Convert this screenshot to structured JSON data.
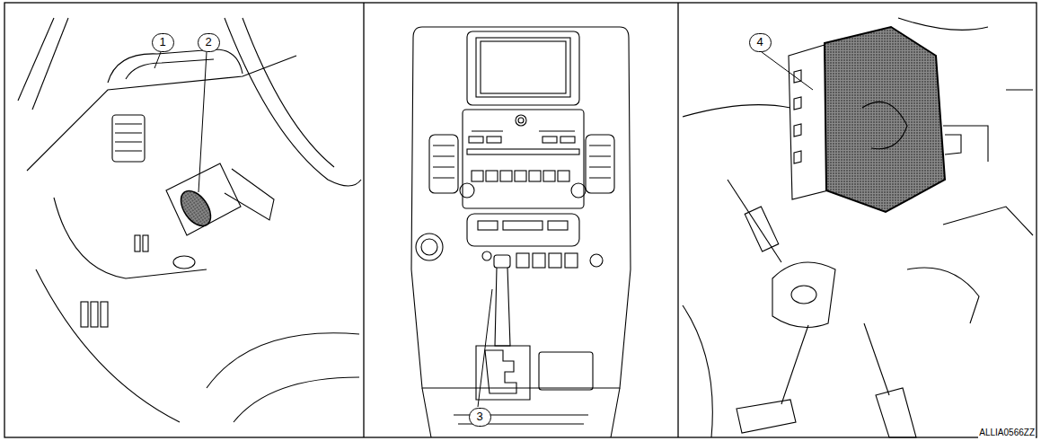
{
  "diagram": {
    "labels": [
      "1",
      "2",
      "3",
      "4",
      "ALLIA0566ZZ"
    ]
  }
}
